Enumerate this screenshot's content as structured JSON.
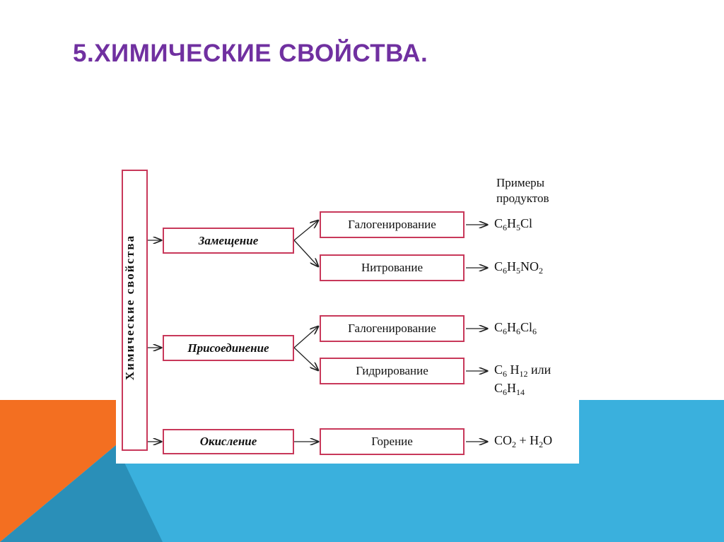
{
  "title": "5.ХИМИЧЕСКИЕ СВОЙСТВА.",
  "colors": {
    "title": "#7030a0",
    "orange": "#f36f21",
    "blue": "#3ab0dd",
    "dark_blue": "#2a8fb8",
    "box_border": "#c8385a"
  },
  "diagram": {
    "root_label": "Химические свойства",
    "products_header": [
      "Примеры",
      "продуктов"
    ],
    "categories": [
      {
        "label": "Замещение",
        "reactions": [
          {
            "name": "Галогенирование",
            "product": [
              [
                "C",
                ""
              ],
              [
                "6",
                "sub"
              ],
              [
                "H",
                ""
              ],
              [
                "5",
                "sub"
              ],
              [
                "Cl",
                ""
              ]
            ]
          },
          {
            "name": "Нитрование",
            "product": [
              [
                "C",
                ""
              ],
              [
                "6",
                "sub"
              ],
              [
                "H",
                ""
              ],
              [
                "5",
                "sub"
              ],
              [
                "NO",
                ""
              ],
              [
                "2",
                "sub"
              ]
            ]
          }
        ]
      },
      {
        "label": "Присоединение",
        "reactions": [
          {
            "name": "Галогенирование",
            "product": [
              [
                "C",
                ""
              ],
              [
                "6",
                "sub"
              ],
              [
                "H",
                ""
              ],
              [
                "6",
                "sub"
              ],
              [
                "Cl",
                ""
              ],
              [
                "6",
                "sub"
              ]
            ]
          },
          {
            "name": "Гидрирование",
            "product": [
              [
                "C",
                ""
              ],
              [
                "6",
                "sub"
              ],
              [
                " H",
                ""
              ],
              [
                "12",
                "sub"
              ],
              [
                " или",
                ""
              ]
            ],
            "product_line2": [
              [
                "C",
                ""
              ],
              [
                "6",
                "sub"
              ],
              [
                "H",
                ""
              ],
              [
                "14",
                "sub"
              ]
            ]
          }
        ]
      },
      {
        "label": "Окисление",
        "reactions": [
          {
            "name": "Горение",
            "product": [
              [
                "CO",
                ""
              ],
              [
                "2",
                "sub"
              ],
              [
                " + H",
                ""
              ],
              [
                "2",
                "sub"
              ],
              [
                "O",
                ""
              ]
            ]
          }
        ]
      }
    ]
  }
}
